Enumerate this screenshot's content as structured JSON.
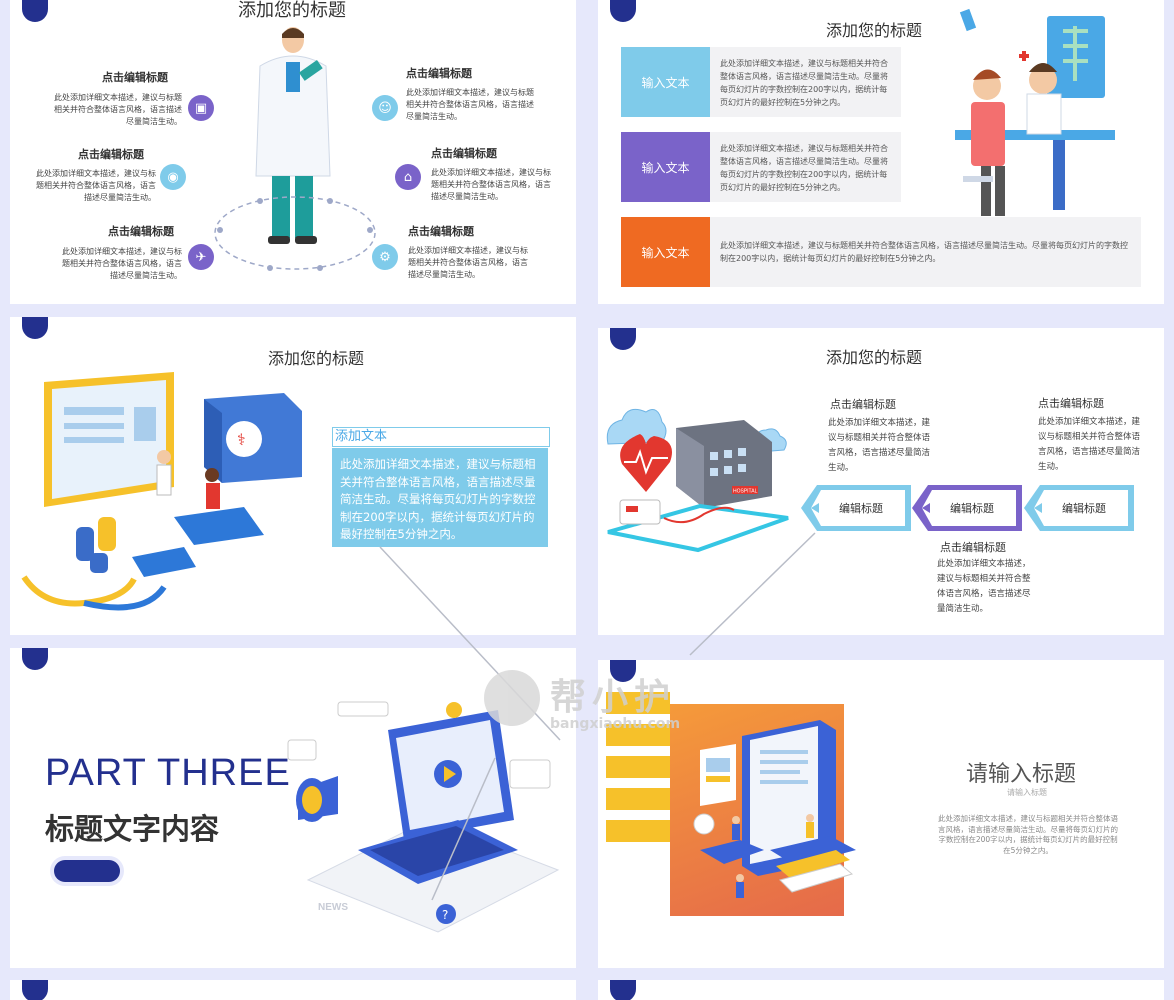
{
  "slide1": {
    "title": "添加您的标题",
    "items": [
      {
        "heading": "点击编辑标题",
        "desc": "此处添加详细文本描述，建议与标题相关并符合整体语言风格，语言描述尽量简洁生动。"
      },
      {
        "heading": "点击编辑标题",
        "desc": "此处添加详细文本描述，建议与标题相关并符合整体语言风格，语言描述尽量简洁生动。"
      },
      {
        "heading": "点击编辑标题",
        "desc": "此处添加详细文本描述，建议与标题相关并符合整体语言风格，语言描述尽量简洁生动。"
      },
      {
        "heading": "点击编辑标题",
        "desc": "此处添加详细文本描述，建议与标题相关并符合整体语言风格，语言描述尽量简洁生动。"
      },
      {
        "heading": "点击编辑标题",
        "desc": "此处添加详细文本描述，建议与标题相关并符合整体语言风格，语言描述尽量简洁生动。"
      },
      {
        "heading": "点击编辑标题",
        "desc": "此处添加详细文本描述，建议与标题相关并符合整体语言风格，语言描述尽量简洁生动。"
      }
    ],
    "icons": [
      "dropbox-icon",
      "users-icon",
      "signal-icon",
      "home-icon",
      "airplane-icon",
      "settings-icon"
    ]
  },
  "slide2": {
    "title": "添加您的标题",
    "rows": [
      {
        "label": "输入文本",
        "color": "#7fcbea",
        "desc": "此处添加详细文本描述，建议与标题相关并符合整体语言风格，语言描述尽量简洁生动。尽量将每页幻灯片的字数控制在200字以内，据统计每页幻灯片的最好控制在5分钟之内。"
      },
      {
        "label": "输入文本",
        "color": "#7a63c9",
        "desc": "此处添加详细文本描述，建议与标题相关并符合整体语言风格，语言描述尽量简洁生动。尽量将每页幻灯片的字数控制在200字以内，据统计每页幻灯片的最好控制在5分钟之内。"
      },
      {
        "label": "输入文本",
        "color": "#ef6a22",
        "desc": "此处添加详细文本描述，建议与标题相关并符合整体语言风格，语言描述尽量简洁生动。尽量将每页幻灯片的字数控制在200字以内，据统计每页幻灯片的最好控制在5分钟之内。"
      }
    ]
  },
  "slide3": {
    "title": "添加您的标题",
    "box_title": "添加文本",
    "box_desc": "此处添加详细文本描述，建议与标题相关并符合整体语言风格，语言描述尽量简洁生动。尽量将每页幻灯片的字数控制在200字以内，据统计每页幻灯片的最好控制在5分钟之内。"
  },
  "slide4": {
    "title": "添加您的标题",
    "items": [
      {
        "heading": "点击编辑标题",
        "desc": "此处添加详细文本描述，建议与标题相关并符合整体语言风格，语言描述尽量简洁生动。"
      },
      {
        "heading": "点击编辑标题",
        "desc": "此处添加详细文本描述，建议与标题相关并符合整体语言风格，语言描述尽量简洁生动。"
      },
      {
        "heading": "点击编辑标题",
        "desc": "此处添加详细文本描述，建议与标题相关并符合整体语言风格，语言描述尽量简洁生动。"
      }
    ],
    "arrows": [
      "编辑标题",
      "编辑标题",
      "编辑标题"
    ],
    "hospital_sign": "HOSPITAL"
  },
  "slide5": {
    "part": "PART THREE",
    "subtitle": "标题文字内容",
    "news_label": "NEWS"
  },
  "slide6": {
    "title": "请输入标题",
    "subtitle": "请输入标题",
    "desc": "此处添加详细文本描述，建议与标题相关并符合整体语言风格，语言描述尽量简洁生动。尽量将每页幻灯片的字数控制在200字以内，据统计每页幻灯片的最好控制在5分钟之内。"
  },
  "watermark": {
    "name": "帮小护",
    "url": "bangxiaohu.com"
  }
}
